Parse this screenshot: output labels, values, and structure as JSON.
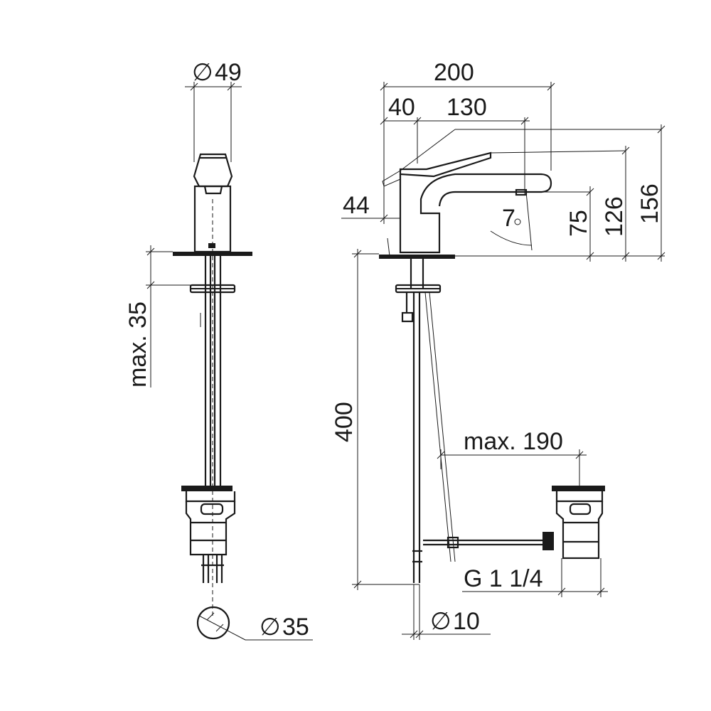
{
  "dimensions": {
    "head_diameter": "49",
    "max_thickness": "max. 35",
    "tail_diameter": "35",
    "overall_length": "200",
    "offset_40": "40",
    "reach_130": "130",
    "base_height": "44",
    "spout_height": "75",
    "outlet_height": "126",
    "total_height": "156",
    "supply_length": "400",
    "max_190": "max. 190",
    "waste_thread": "G 1 1/4",
    "hose_diameter": "10",
    "handle_angle": "7"
  },
  "symbols": {
    "diameter": "∅",
    "degree": "°"
  }
}
